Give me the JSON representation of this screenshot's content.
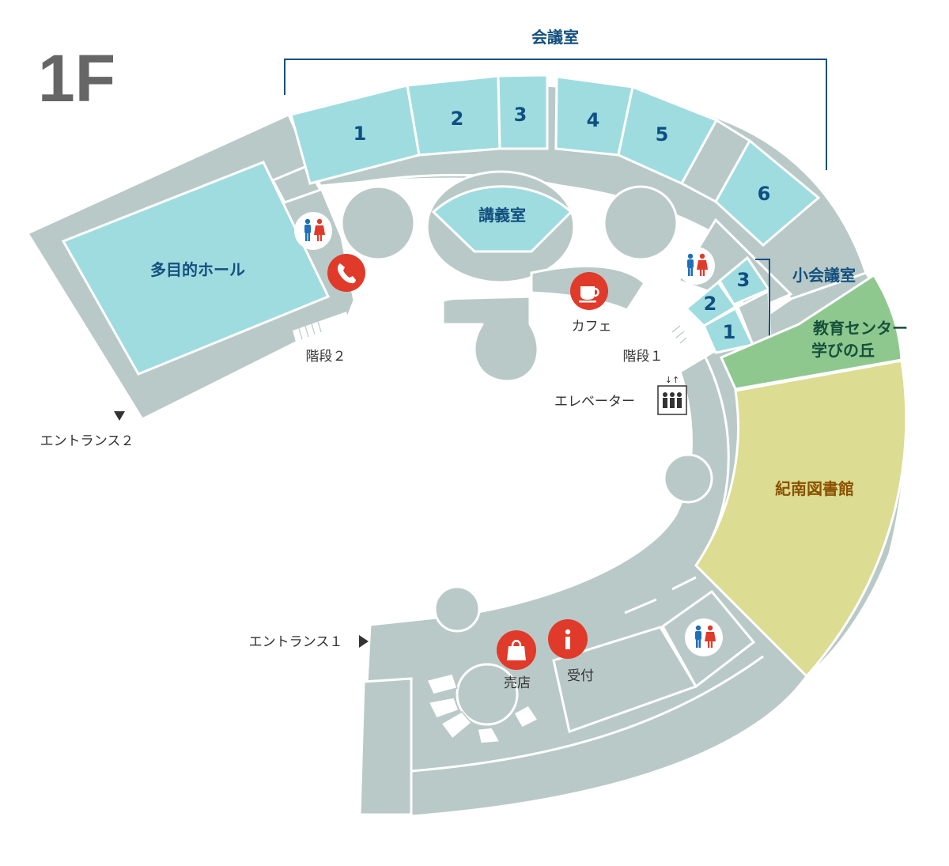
{
  "floor": {
    "label": "1F"
  },
  "groups": {
    "conference": "会議室",
    "small_conference": "小会議室"
  },
  "rooms": {
    "multipurpose_hall": "多目的ホール",
    "lecture_room": "講義室",
    "education_center_line1": "教育センター",
    "education_center_line2": "学びの丘",
    "library": "紀南図書館",
    "conference_numbers": [
      "1",
      "2",
      "3",
      "4",
      "5",
      "6"
    ],
    "small_conference_numbers": [
      "1",
      "2",
      "3"
    ]
  },
  "facilities": {
    "cafe": "カフェ",
    "stairs1": "階段１",
    "stairs2": "階段２",
    "elevator": "エレベーター",
    "shop": "売店",
    "reception": "受付",
    "entrance1": "エントランス１",
    "entrance2": "エントランス２"
  },
  "icons": {
    "restroom": "restroom-icon",
    "phone": "phone-icon",
    "cafe": "coffee-cup-icon",
    "elevator": "elevator-icon",
    "shop": "shopping-bag-icon",
    "info": "information-icon"
  },
  "colors": {
    "corridor": "#b9c9c7",
    "room_cyan": "#9fdcdf",
    "education_green": "#8ec88f",
    "library_yellow": "#dcdc92",
    "accent_red": "#e03a2a",
    "label_blue": "#14507f",
    "floor_label": "#666666"
  }
}
